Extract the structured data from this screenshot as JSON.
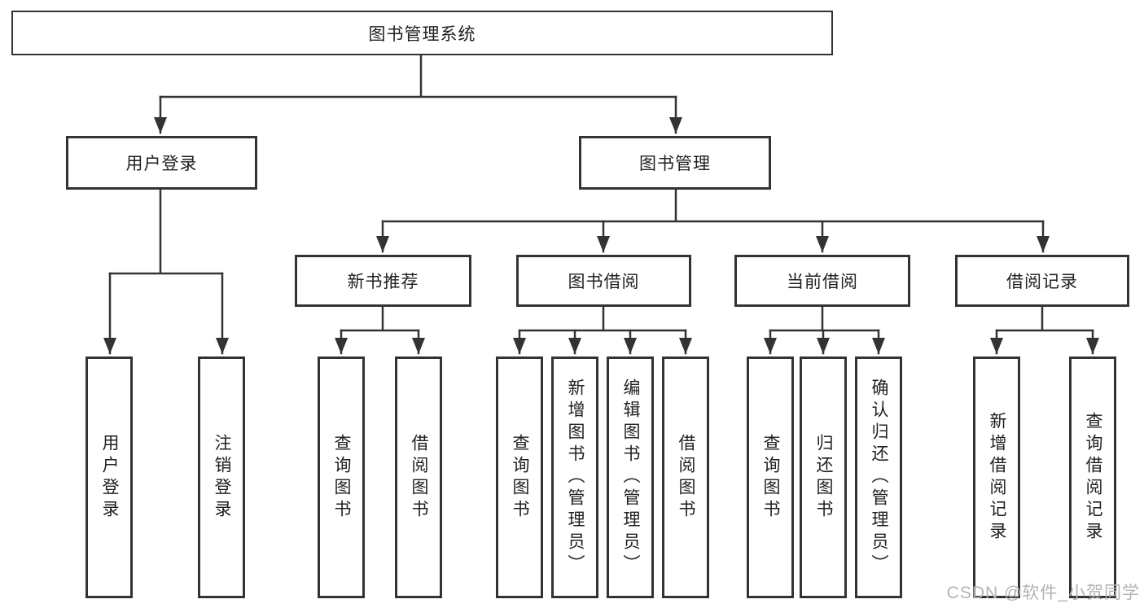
{
  "colors": {
    "line": "#333333",
    "text": "#1f1f1f",
    "watermark": "#b3b3b3",
    "background": "#ffffff"
  },
  "tree": {
    "root": {
      "label": "图书管理系统"
    },
    "branches": [
      {
        "label": "用户登录",
        "children": [
          "用户登录",
          "注销登录"
        ]
      },
      {
        "label": "图书管理",
        "groups": [
          {
            "label": "新书推荐",
            "children": [
              "查询图书",
              "借阅图书"
            ]
          },
          {
            "label": "图书借阅",
            "children": [
              "查询图书",
              "新增图书（管理员）",
              "编辑图书（管理员）",
              "借阅图书"
            ]
          },
          {
            "label": "当前借阅",
            "children": [
              "查询图书",
              "归还图书",
              "确认归还（管理员）"
            ]
          },
          {
            "label": "借阅记录",
            "children": [
              "新增借阅记录",
              "查询借阅记录"
            ]
          }
        ]
      }
    ]
  },
  "watermark": {
    "text": "CSDN @软件_小贺同学"
  }
}
